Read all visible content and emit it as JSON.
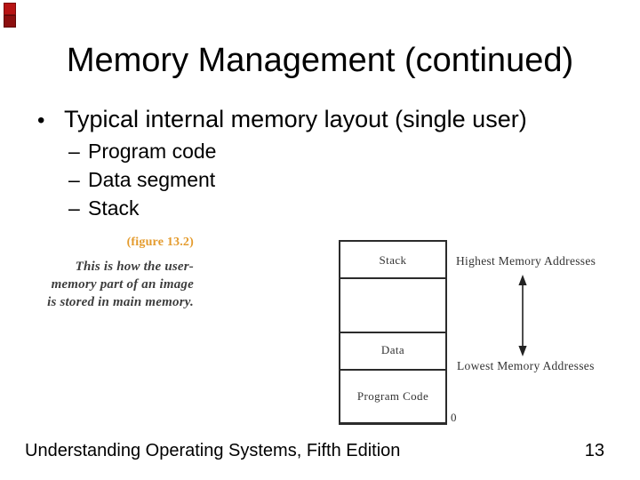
{
  "slide": {
    "title": "Memory Management (continued)",
    "bullet_glyph": "•",
    "bullet": "Typical internal memory layout (single user)",
    "dash_glyph": "–",
    "sub_bullets": [
      "Program code",
      "Data segment",
      "Stack"
    ]
  },
  "figure": {
    "caption_label": "(figure 13.2)",
    "caption_color": "#e49b2d",
    "caption_lines": [
      "This is how the user-",
      "memory part of an image",
      "is stored in main memory."
    ],
    "diagram": {
      "segments": [
        {
          "label": "Stack"
        },
        {
          "label": ""
        },
        {
          "label": "Data"
        },
        {
          "label": "Program Code"
        }
      ],
      "origin_label": "0",
      "highest_label": "Highest Memory Addresses",
      "lowest_label": "Lowest Memory Addresses",
      "line_color": "#2b2b2b",
      "text_color": "#333333"
    }
  },
  "footer": {
    "book": "Understanding Operating Systems, Fifth Edition",
    "page": "13"
  },
  "decor": {
    "corner_marker_colors": [
      "#b71414",
      "#8c0f0f"
    ],
    "background": "#ffffff",
    "text_color": "#000000"
  }
}
